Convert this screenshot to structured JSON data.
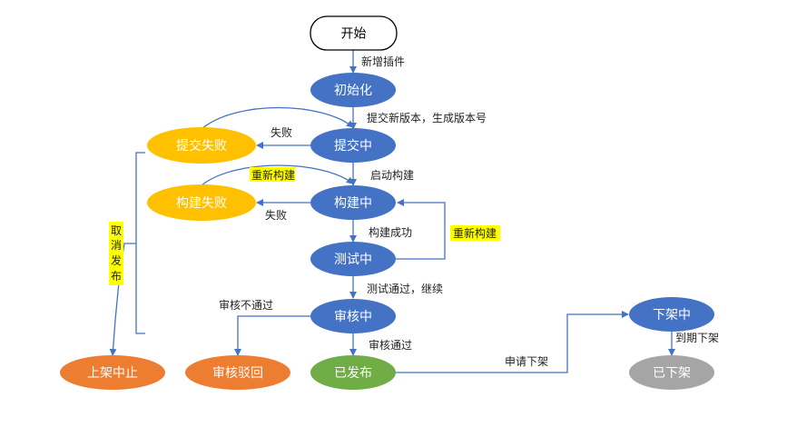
{
  "nodes": {
    "start": "开始",
    "init": "初始化",
    "submitting": "提交中",
    "submit_failed": "提交失败",
    "building": "构建中",
    "build_failed": "构建失败",
    "testing": "测试中",
    "reviewing": "审核中",
    "published": "已发布",
    "rejected": "审核驳回",
    "listing_stopped": "上架中止",
    "delisting": "下架中",
    "delisted": "已下架"
  },
  "edges": {
    "add_plugin": "新增插件",
    "submit_new_version": "提交新版本，生成版本号",
    "fail1": "失败",
    "rebuild1": "重新构建",
    "start_build": "启动构建",
    "fail2": "失败",
    "build_success": "构建成功",
    "rebuild2": "重新构建",
    "test_pass": "测试通过，继续",
    "review_reject": "审核不通过",
    "review_pass": "审核通过",
    "apply_delist": "申请下架",
    "expire_delist": "到期下架",
    "cancel_publish": [
      "取",
      "消",
      "发",
      "布"
    ]
  },
  "colors": {
    "blue": "#4472c4",
    "orange": "#ed7d31",
    "yellow": "#ffc000",
    "green": "#70ad47",
    "gray": "#a5a5a5",
    "highlight": "#ffff00"
  }
}
